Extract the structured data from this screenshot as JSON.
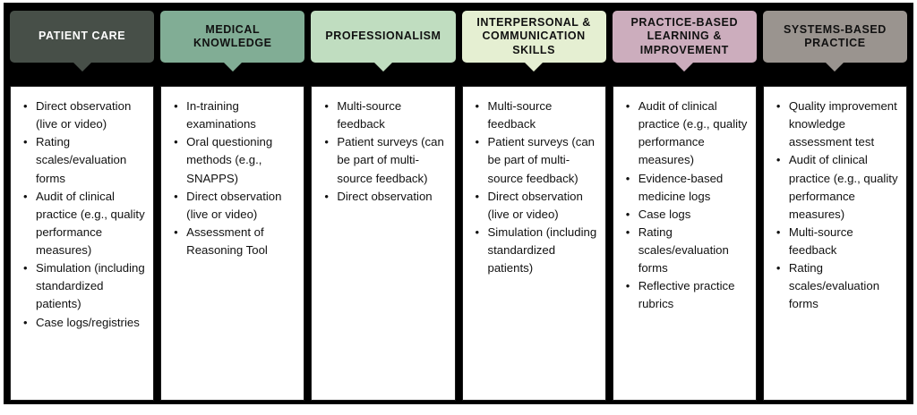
{
  "figure": {
    "type": "table",
    "background_color": "#000000",
    "frame_color": "#ffffff",
    "box_background": "#ffffff",
    "box_border_color": "#1a1a1a",
    "columns": [
      {
        "id": "patient-care",
        "header": "PATIENT CARE",
        "header_color": "#474f48",
        "header_text_color": "#ffffff",
        "items": [
          "Direct observation (live or video)",
          "Rating scales/evaluation forms",
          "Audit of clinical practice (e.g., quality performance measures)",
          "Simulation (including standardized patients)",
          "Case logs/registries"
        ]
      },
      {
        "id": "medical-knowledge",
        "header": "MEDICAL KNOWLEDGE",
        "header_color": "#81ad95",
        "header_text_color": "#111111",
        "items": [
          "In-training examinations",
          "Oral questioning methods (e.g., SNAPPS)",
          "Direct observation (live or video)",
          "Assessment of Reasoning Tool"
        ]
      },
      {
        "id": "professionalism",
        "header": "PROFESSIONALISM",
        "header_color": "#c0ddc0",
        "header_text_color": "#111111",
        "items": [
          "Multi-source feedback",
          "Patient surveys (can be part of multi-source feedback)",
          "Direct observation"
        ]
      },
      {
        "id": "interpersonal-communication-skills",
        "header": "INTERPERSONAL & COMMUNICATION SKILLS",
        "header_color": "#e5efd2",
        "header_text_color": "#111111",
        "items": [
          "Multi-source feedback",
          "Patient surveys (can be part of multi-source feedback)",
          "Direct observation (live or video)",
          "Simulation (including standardized patients)"
        ]
      },
      {
        "id": "practice-based-learning-improvement",
        "header": "PRACTICE-BASED LEARNING & IMPROVEMENT",
        "header_color": "#ccadbd",
        "header_text_color": "#111111",
        "items": [
          "Audit of clinical practice (e.g., quality performance measures)",
          "Evidence-based medicine logs",
          "Case logs",
          "Rating scales/evaluation forms",
          "Reflective practice rubrics"
        ]
      },
      {
        "id": "systems-based-practice",
        "header": "SYSTEMS-BASED PRACTICE",
        "header_color": "#9a948f",
        "header_text_color": "#111111",
        "items": [
          "Quality improvement knowledge assessment test",
          "Audit of clinical practice (e.g., quality performance measures)",
          "Multi-source feedback",
          "Rating scales/evaluation forms"
        ]
      }
    ]
  }
}
